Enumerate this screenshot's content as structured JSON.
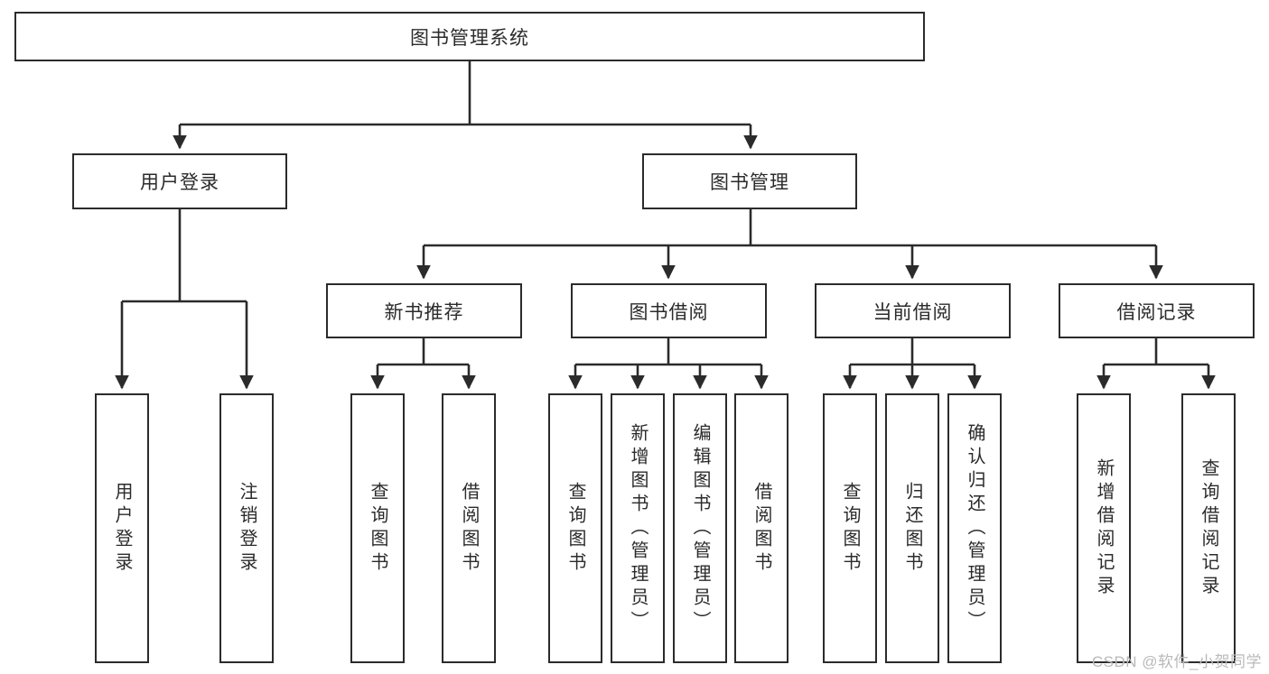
{
  "diagram": {
    "type": "tree",
    "title": "图书管理系统",
    "colors": {
      "box_border": "#2b2b2b",
      "box_fill": "#ffffff",
      "edge": "#2b2b2b",
      "text": "#2b2b2b",
      "watermark": "#b9b9b9",
      "background": "#ffffff"
    },
    "root": {
      "label": "图书管理系统"
    },
    "level2": [
      {
        "label": "用户登录"
      },
      {
        "label": "图书管理"
      }
    ],
    "level3": [
      {
        "label": "新书推荐"
      },
      {
        "label": "图书借阅"
      },
      {
        "label": "当前借阅"
      },
      {
        "label": "借阅记录"
      }
    ],
    "leaves": [
      {
        "label": "用户登录",
        "parent": "用户登录"
      },
      {
        "label": "注销登录",
        "parent": "用户登录"
      },
      {
        "label": "查询图书",
        "parent": "新书推荐"
      },
      {
        "label": "借阅图书",
        "parent": "新书推荐"
      },
      {
        "label": "查询图书",
        "parent": "图书借阅"
      },
      {
        "label": "新增图书（管理员）",
        "parent": "图书借阅"
      },
      {
        "label": "编辑图书（管理员）",
        "parent": "图书借阅"
      },
      {
        "label": "借阅图书",
        "parent": "图书借阅"
      },
      {
        "label": "查询图书",
        "parent": "当前借阅"
      },
      {
        "label": "归还图书",
        "parent": "当前借阅"
      },
      {
        "label": "确认归还（管理员）",
        "parent": "当前借阅"
      },
      {
        "label": "新增借阅记录",
        "parent": "借阅记录"
      },
      {
        "label": "查询借阅记录",
        "parent": "借阅记录"
      }
    ]
  },
  "watermark": {
    "text": "CSDN @软件_小贺同学"
  }
}
